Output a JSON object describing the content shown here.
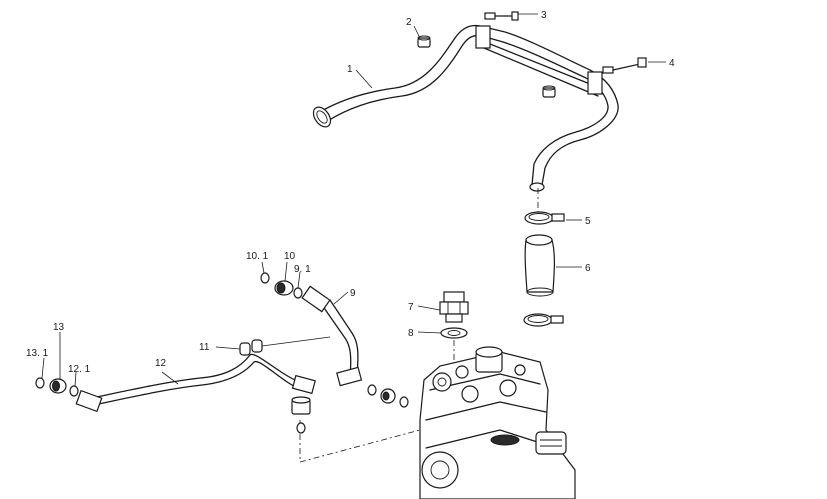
{
  "callouts": {
    "c1": "1",
    "c2": "2",
    "c3": "3",
    "c4": "4",
    "c5": "5",
    "c6": "6",
    "c7": "7",
    "c8": "8",
    "c9": "9",
    "c9_1": "9. 1",
    "c10": "10",
    "c10_1": "10. 1",
    "c11": "11",
    "c12": "12",
    "c12_1": "12. 1",
    "c13": "13",
    "c13_1": "13. 1"
  }
}
